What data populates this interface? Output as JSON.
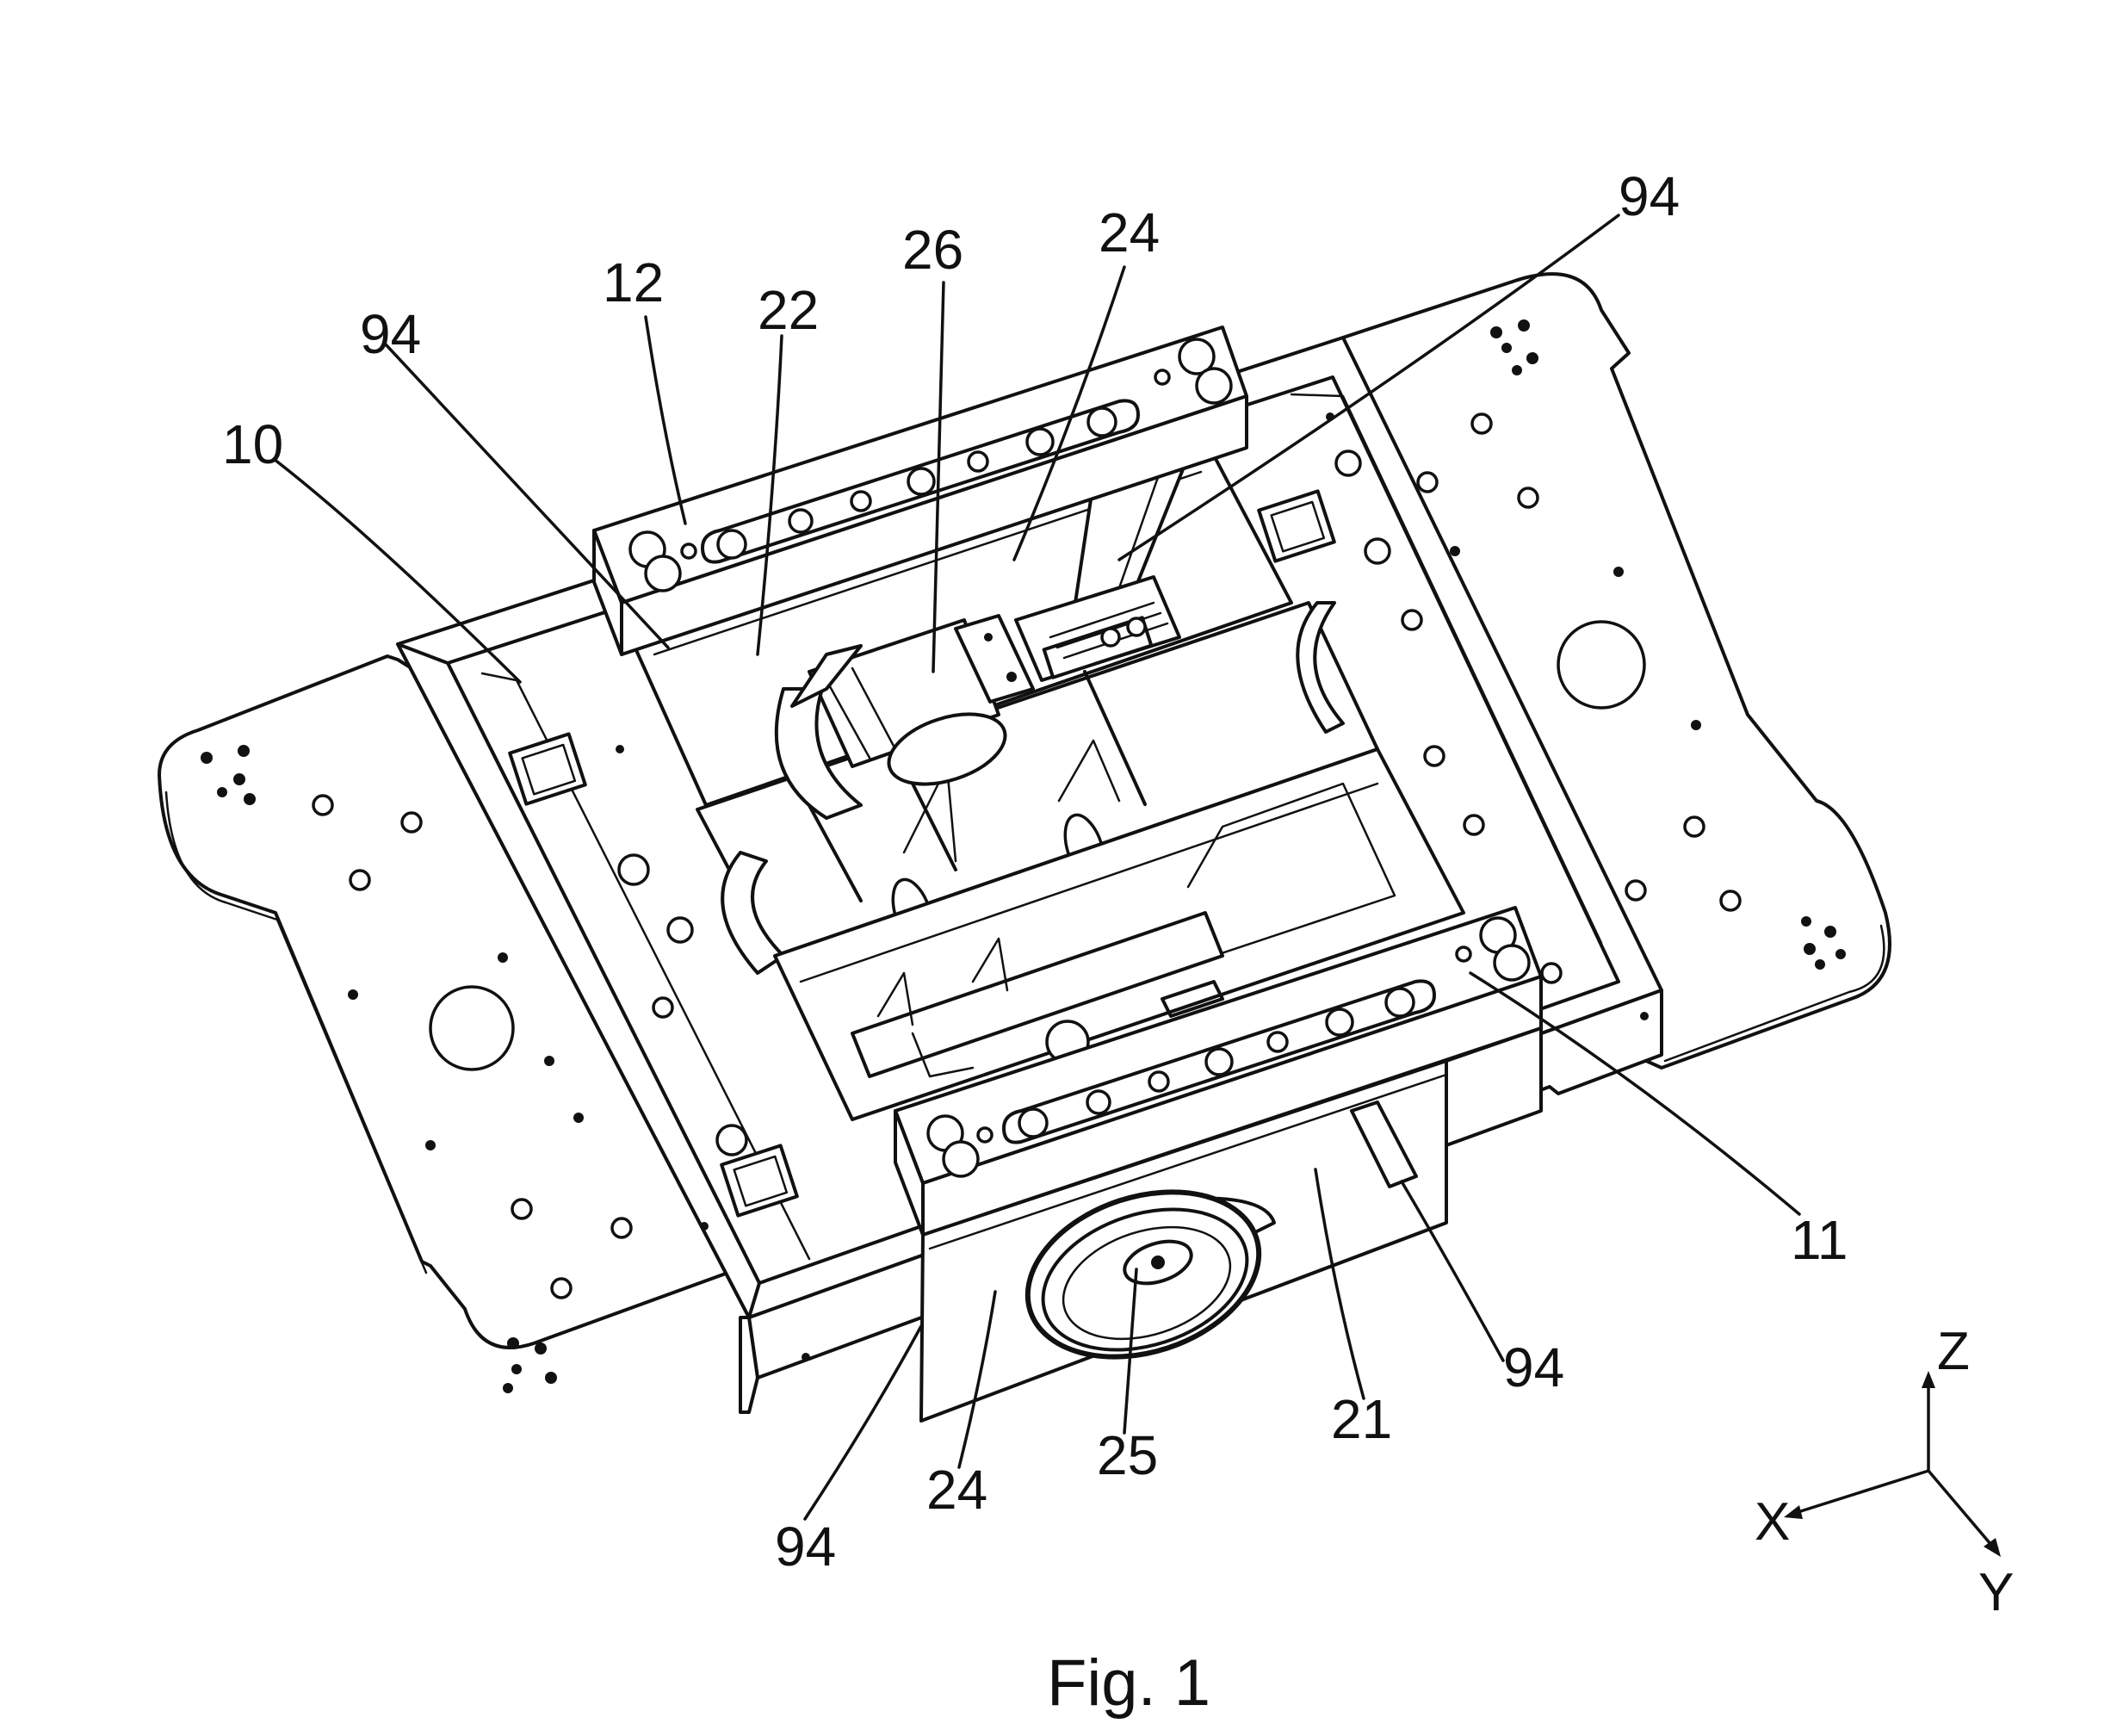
{
  "figure": {
    "caption": "Fig. 1"
  },
  "reference_numerals": {
    "r10": "10",
    "r11": "11",
    "r12": "12",
    "r21": "21",
    "r22": "22",
    "r24_top": "24",
    "r24_bottom": "24",
    "r25": "25",
    "r26": "26",
    "r94_top_left": "94",
    "r94_top_right": "94",
    "r94_bottom_left": "94",
    "r94_bottom_right": "94"
  },
  "axes": {
    "x_label": "X",
    "y_label": "Y",
    "z_label": "Z"
  },
  "colors": {
    "ink": "#111111",
    "paper": "#ffffff"
  }
}
